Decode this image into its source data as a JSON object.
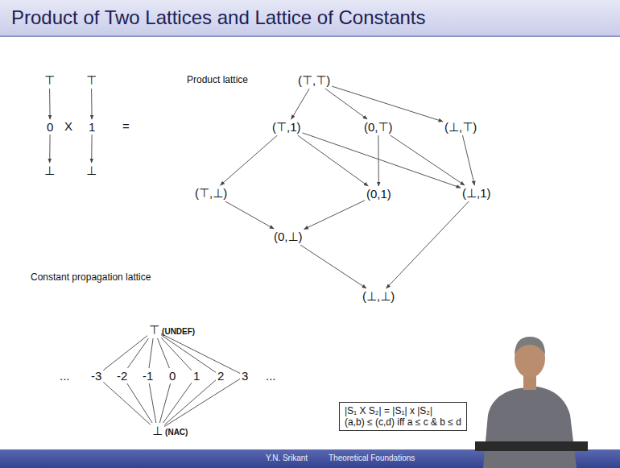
{
  "diagram": {
    "title": "Product of Two Lattices and Lattice of Constants",
    "nodes": [
      {
        "text": [
          "⊤"
        ]
      },
      {
        "text": [
          "0"
        ]
      },
      {
        "text": [
          "⊥"
        ]
      },
      {
        "text": [
          "⊤"
        ]
      },
      {
        "text": [
          "1"
        ]
      },
      {
        "text": [
          "⊥"
        ]
      },
      {
        "text": [
          "(⊤,⊤)"
        ]
      },
      {
        "text": [
          "(⊤,1)"
        ]
      },
      {
        "text": [
          "(0,⊤)"
        ]
      },
      {
        "text": [
          "(⊥,⊤)"
        ]
      },
      {
        "text": [
          "(⊤,⊥)"
        ]
      },
      {
        "text": [
          "(0,1)"
        ]
      },
      {
        "text": [
          "(⊥,1)"
        ]
      },
      {
        "text": [
          "(0,⊥)"
        ]
      },
      {
        "text": [
          "(⊥,⊥)"
        ]
      },
      {
        "text": [
          "⊤",
          "(UNDEF)"
        ]
      },
      {
        "text": [
          "-3"
        ]
      },
      {
        "text": [
          "-2"
        ]
      },
      {
        "text": [
          "-1"
        ]
      },
      {
        "text": [
          "0"
        ]
      },
      {
        "text": [
          "1"
        ]
      },
      {
        "text": [
          "2"
        ]
      },
      {
        "text": [
          "3"
        ]
      },
      {
        "text": [
          "⊥",
          "(NAC)"
        ]
      },
      {
        "text": [
          "|S₁ X S₂| = |S₁| x |S₂|",
          "(a,b) ≤ (c,d) iff a ≤ c & b ≤ d"
        ]
      }
    ],
    "edges": [
      {
        "from": 0,
        "to": 1,
        "arrow": "to"
      },
      {
        "from": 1,
        "to": 2,
        "arrow": "to"
      },
      {
        "from": 3,
        "to": 4,
        "arrow": "to"
      },
      {
        "from": 4,
        "to": 5,
        "arrow": "to"
      },
      {
        "from": 6,
        "to": 7,
        "arrow": "to"
      },
      {
        "from": 6,
        "to": 8,
        "arrow": "to"
      },
      {
        "from": 6,
        "to": 9,
        "arrow": "to"
      },
      {
        "from": 7,
        "to": 10,
        "arrow": "to"
      },
      {
        "from": 7,
        "to": 11,
        "arrow": "to"
      },
      {
        "from": 7,
        "to": 12,
        "arrow": "to"
      },
      {
        "from": 8,
        "to": 11,
        "arrow": "to"
      },
      {
        "from": 8,
        "to": 12,
        "arrow": "to"
      },
      {
        "from": 9,
        "to": 12,
        "arrow": "to"
      },
      {
        "from": 10,
        "to": 13,
        "arrow": "to"
      },
      {
        "from": 11,
        "to": 13,
        "arrow": "to"
      },
      {
        "from": 12,
        "to": 14,
        "arrow": "to"
      },
      {
        "from": 13,
        "to": 14,
        "arrow": "to"
      },
      {
        "from": 15,
        "to": 16,
        "arrow": "none"
      },
      {
        "from": 15,
        "to": 17,
        "arrow": "none"
      },
      {
        "from": 15,
        "to": 18,
        "arrow": "none"
      },
      {
        "from": 15,
        "to": 19,
        "arrow": "none"
      },
      {
        "from": 15,
        "to": 20,
        "arrow": "none"
      },
      {
        "from": 15,
        "to": 21,
        "arrow": "none"
      },
      {
        "from": 15,
        "to": 22,
        "arrow": "none"
      },
      {
        "from": 16,
        "to": 23,
        "arrow": "none"
      },
      {
        "from": 17,
        "to": 23,
        "arrow": "none"
      },
      {
        "from": 18,
        "to": 23,
        "arrow": "none"
      },
      {
        "from": 19,
        "to": 23,
        "arrow": "none"
      },
      {
        "from": 20,
        "to": 23,
        "arrow": "none"
      },
      {
        "from": 21,
        "to": 23,
        "arrow": "none"
      },
      {
        "from": 22,
        "to": 23,
        "arrow": "none"
      }
    ],
    "labels": [
      "X",
      "=",
      "Product lattice",
      "Constant propagation lattice",
      "...",
      "...",
      "Y.N. Srikant",
      "Theoretical Foundations"
    ]
  }
}
